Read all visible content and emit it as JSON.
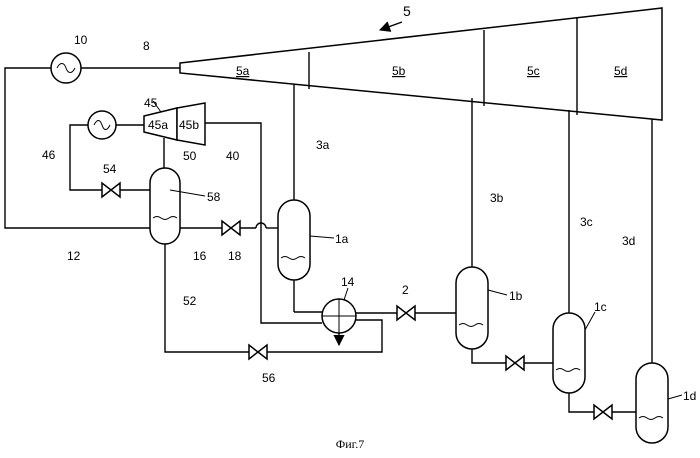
{
  "figure": {
    "caption": "Фиг.7",
    "labels": {
      "l5": "5",
      "l5a": "5a",
      "l5b": "5b",
      "l5c": "5c",
      "l5d": "5d",
      "l10": "10",
      "l8": "8",
      "l45": "45",
      "l45a": "45a",
      "l45b": "45b",
      "l3a": "3a",
      "l3b": "3b",
      "l3c": "3c",
      "l3d": "3d",
      "l46": "46",
      "l54": "54",
      "l50": "50",
      "l40": "40",
      "l58": "58",
      "l1a": "1a",
      "l1b": "1b",
      "l1c": "1c",
      "l1d": "1d",
      "l12": "12",
      "l16": "16",
      "l18": "18",
      "l14": "14",
      "l2": "2",
      "l52": "52",
      "l56": "56"
    }
  }
}
